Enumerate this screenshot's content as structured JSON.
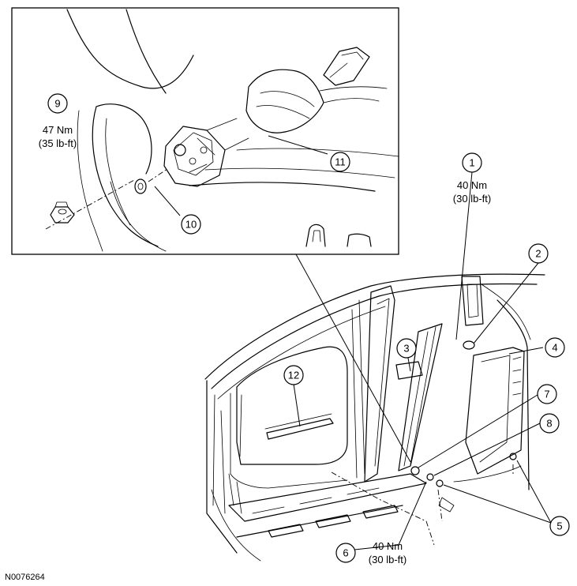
{
  "figure_id": "N0076264",
  "callouts": [
    {
      "num": "1",
      "torque_nm": "40 Nm",
      "torque_lbft": "(30 lb-ft)"
    },
    {
      "num": "2"
    },
    {
      "num": "3"
    },
    {
      "num": "4"
    },
    {
      "num": "5"
    },
    {
      "num": "6",
      "torque_nm": "40 Nm",
      "torque_lbft": "(30 lb-ft)"
    },
    {
      "num": "7"
    },
    {
      "num": "8"
    },
    {
      "num": "9",
      "torque_nm": "47 Nm",
      "torque_lbft": "(35 lb-ft)"
    },
    {
      "num": "10"
    },
    {
      "num": "11"
    },
    {
      "num": "12"
    }
  ]
}
